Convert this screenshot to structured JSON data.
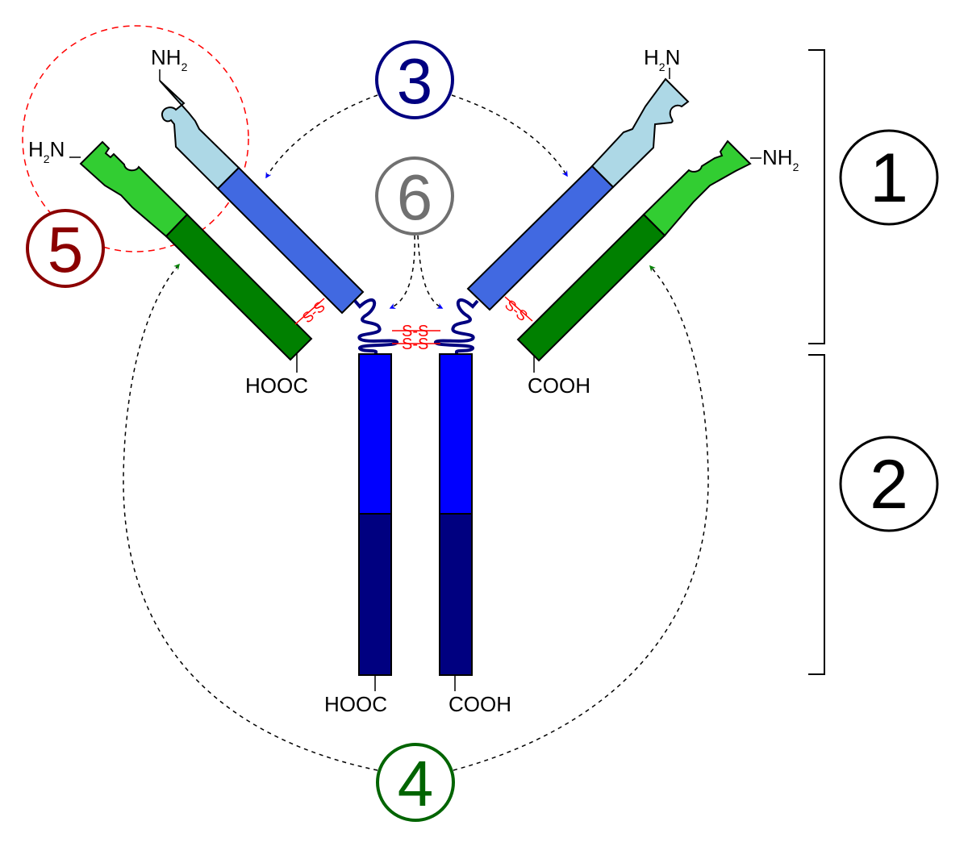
{
  "title": "Antibody structure diagram",
  "colors": {
    "heavy_variable": "#4169e1",
    "heavy_constant_upper": "#0000ff",
    "heavy_constant_lower": "#000080",
    "heavy_tip": "#add8e6",
    "light_variable": "#32cd32",
    "light_constant": "#008000",
    "disulfide": "#ff0000",
    "label_1": "#000000",
    "label_2": "#000000",
    "label_3": "#000080",
    "label_4": "#006400",
    "label_5": "#8b0000",
    "label_6": "#707070"
  },
  "termini": {
    "left_heavy_n": "NH",
    "left_heavy_n_sub": "2",
    "left_light_n_pre": "H",
    "left_light_n_sub": "2",
    "left_light_n_post": "N",
    "right_heavy_n_pre": "H",
    "right_heavy_n_sub": "2",
    "right_heavy_n_post": "N",
    "right_light_n": "NH",
    "right_light_n_sub": "2",
    "left_light_c": "HOOC",
    "right_light_c": "COOH",
    "left_heavy_c": "HOOC",
    "right_heavy_c": "COOH"
  },
  "disulfide_label": "S-S",
  "labels": {
    "one": "1",
    "two": "2",
    "three": "3",
    "four": "4",
    "five": "5",
    "six": "6"
  }
}
